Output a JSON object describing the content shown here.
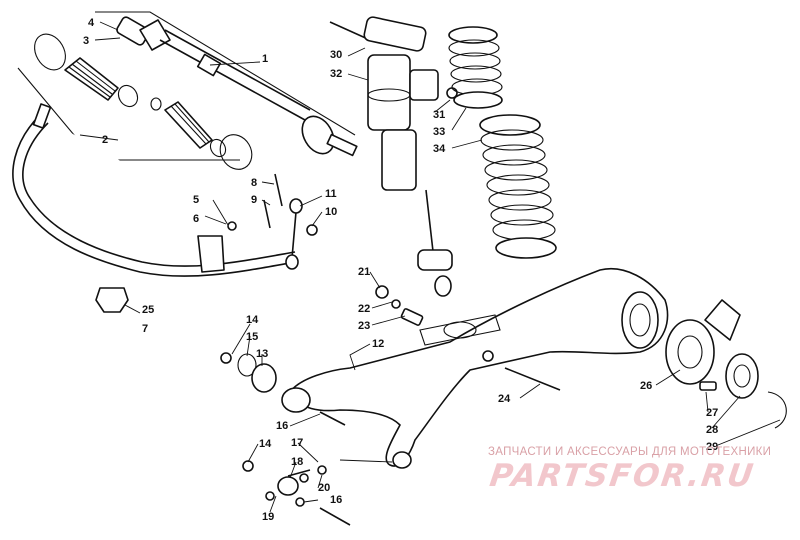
{
  "callouts": [
    {
      "id": "c1",
      "text": "1"
    },
    {
      "id": "c2",
      "text": "2"
    },
    {
      "id": "c3",
      "text": "3"
    },
    {
      "id": "c4",
      "text": "4"
    },
    {
      "id": "c5",
      "text": "5"
    },
    {
      "id": "c6",
      "text": "6"
    },
    {
      "id": "c7",
      "text": "7"
    },
    {
      "id": "c8",
      "text": "8"
    },
    {
      "id": "c9",
      "text": "9"
    },
    {
      "id": "c10",
      "text": "10"
    },
    {
      "id": "c11",
      "text": "11"
    },
    {
      "id": "c12",
      "text": "12"
    },
    {
      "id": "c13",
      "text": "13"
    },
    {
      "id": "c14a",
      "text": "14"
    },
    {
      "id": "c14b",
      "text": "14"
    },
    {
      "id": "c15",
      "text": "15"
    },
    {
      "id": "c16a",
      "text": "16"
    },
    {
      "id": "c16b",
      "text": "16"
    },
    {
      "id": "c17",
      "text": "17"
    },
    {
      "id": "c18",
      "text": "18"
    },
    {
      "id": "c19",
      "text": "19"
    },
    {
      "id": "c20",
      "text": "20"
    },
    {
      "id": "c21",
      "text": "21"
    },
    {
      "id": "c22",
      "text": "22"
    },
    {
      "id": "c23",
      "text": "23"
    },
    {
      "id": "c24",
      "text": "24"
    },
    {
      "id": "c25",
      "text": "25"
    },
    {
      "id": "c26",
      "text": "26"
    },
    {
      "id": "c27",
      "text": "27"
    },
    {
      "id": "c28",
      "text": "28"
    },
    {
      "id": "c29",
      "text": "29"
    },
    {
      "id": "c30",
      "text": "30"
    },
    {
      "id": "c31",
      "text": "31"
    },
    {
      "id": "c32",
      "text": "32"
    },
    {
      "id": "c33",
      "text": "33"
    },
    {
      "id": "c34",
      "text": "34"
    }
  ],
  "watermark": {
    "subtitle": "ЗАПЧАСТИ И АКСЕССУАРЫ ДЛЯ МОТОТЕХНИКИ",
    "logo": "PARTSFOR.RU",
    "color": "#f2c7cc"
  },
  "colors": {
    "ink": "#111111",
    "background": "#ffffff"
  }
}
